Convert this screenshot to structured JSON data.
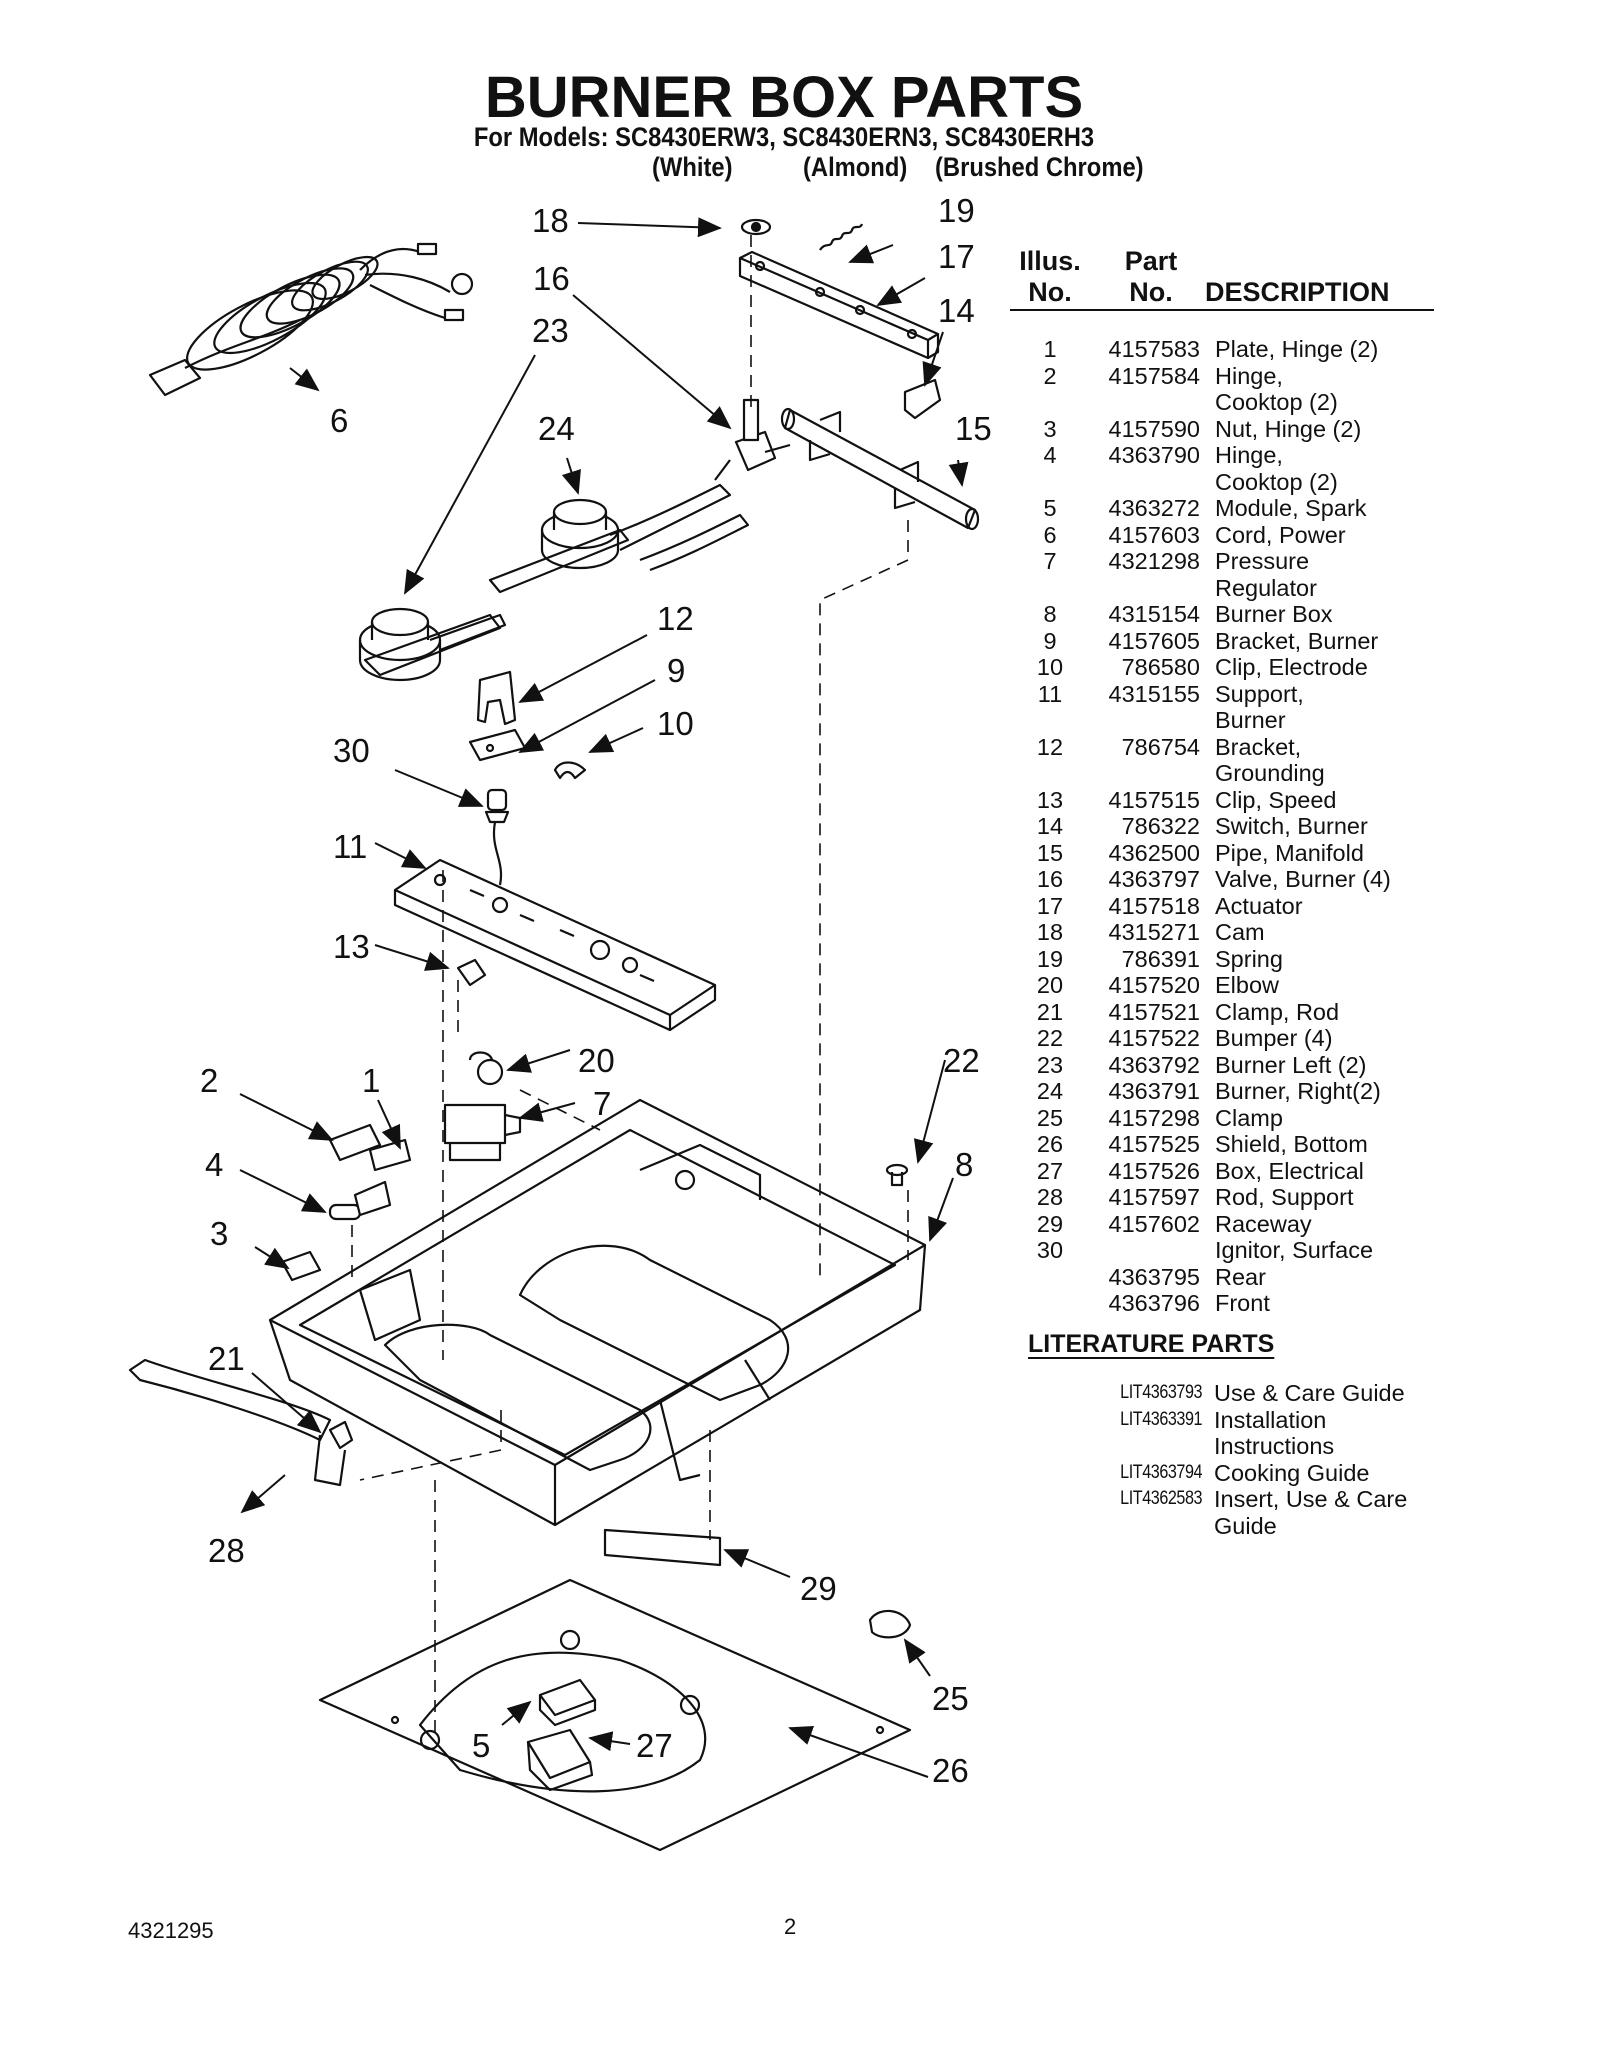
{
  "header": {
    "title": "BURNER BOX PARTS",
    "models": "For Models: SC8430ERW3, SC8430ERN3, SC8430ERH3",
    "color_white": "(White)",
    "color_almond": "(Almond)",
    "color_chrome": "(Brushed Chrome)"
  },
  "diagram": {
    "callouts": [
      "1",
      "2",
      "3",
      "4",
      "5",
      "6",
      "7",
      "8",
      "9",
      "10",
      "11",
      "12",
      "13",
      "14",
      "15",
      "16",
      "17",
      "18",
      "19",
      "20",
      "21",
      "22",
      "23",
      "24",
      "25",
      "26",
      "27",
      "28",
      "29",
      "30"
    ]
  },
  "parts_table": {
    "head_illus_1": "Illus.",
    "head_illus_2": "No.",
    "head_part_1": "Part",
    "head_part_2": "No.",
    "head_desc": "DESCRIPTION",
    "rows": [
      {
        "illus": "1",
        "part": "4157583",
        "desc": "Plate, Hinge (2)"
      },
      {
        "illus": "2",
        "part": "4157584",
        "desc": "Hinge,"
      },
      {
        "illus": "",
        "part": "",
        "desc": "Cooktop (2)"
      },
      {
        "illus": "3",
        "part": "4157590",
        "desc": "Nut, Hinge (2)"
      },
      {
        "illus": "4",
        "part": "4363790",
        "desc": "Hinge,"
      },
      {
        "illus": "",
        "part": "",
        "desc": "Cooktop (2)"
      },
      {
        "illus": "5",
        "part": "4363272",
        "desc": "Module, Spark"
      },
      {
        "illus": "6",
        "part": "4157603",
        "desc": "Cord, Power"
      },
      {
        "illus": "7",
        "part": "4321298",
        "desc": "Pressure"
      },
      {
        "illus": "",
        "part": "",
        "desc": "Regulator"
      },
      {
        "illus": "8",
        "part": "4315154",
        "desc": "Burner Box"
      },
      {
        "illus": "9",
        "part": "4157605",
        "desc": "Bracket, Burner"
      },
      {
        "illus": "10",
        "part": "786580",
        "desc": "Clip, Electrode"
      },
      {
        "illus": "11",
        "part": "4315155",
        "desc": "Support,"
      },
      {
        "illus": "",
        "part": "",
        "desc": "Burner"
      },
      {
        "illus": "12",
        "part": "786754",
        "desc": "Bracket,"
      },
      {
        "illus": "",
        "part": "",
        "desc": "Grounding"
      },
      {
        "illus": "13",
        "part": "4157515",
        "desc": "Clip, Speed"
      },
      {
        "illus": "14",
        "part": "786322",
        "desc": "Switch, Burner"
      },
      {
        "illus": "15",
        "part": "4362500",
        "desc": "Pipe, Manifold"
      },
      {
        "illus": "16",
        "part": "4363797",
        "desc": "Valve, Burner (4)"
      },
      {
        "illus": "17",
        "part": "4157518",
        "desc": "Actuator"
      },
      {
        "illus": "18",
        "part": "4315271",
        "desc": "Cam"
      },
      {
        "illus": "19",
        "part": "786391",
        "desc": "Spring"
      },
      {
        "illus": "20",
        "part": "4157520",
        "desc": "Elbow"
      },
      {
        "illus": "21",
        "part": "4157521",
        "desc": "Clamp, Rod"
      },
      {
        "illus": "22",
        "part": "4157522",
        "desc": "Bumper (4)"
      },
      {
        "illus": "23",
        "part": "4363792",
        "desc": "Burner  Left (2)"
      },
      {
        "illus": "24",
        "part": "4363791",
        "desc": "Burner, Right(2)"
      },
      {
        "illus": "25",
        "part": "4157298",
        "desc": "Clamp"
      },
      {
        "illus": "26",
        "part": "4157525",
        "desc": "Shield, Bottom"
      },
      {
        "illus": "27",
        "part": "4157526",
        "desc": "Box, Electrical"
      },
      {
        "illus": "28",
        "part": "4157597",
        "desc": "Rod, Support"
      },
      {
        "illus": "29",
        "part": "4157602",
        "desc": "Raceway"
      },
      {
        "illus": "30",
        "part": "",
        "desc": "Ignitor, Surface"
      },
      {
        "illus": "",
        "part": "4363795",
        "desc": "Rear"
      },
      {
        "illus": "",
        "part": "4363796",
        "desc": "Front"
      }
    ]
  },
  "literature": {
    "title": "LITERATURE PARTS",
    "rows": [
      {
        "part": "LIT4363793",
        "desc": "Use & Care Guide"
      },
      {
        "part": "LIT4363391",
        "desc": "Installation"
      },
      {
        "part": "",
        "desc": "Instructions"
      },
      {
        "part": "LIT4363794",
        "desc": "Cooking Guide"
      },
      {
        "part": "LIT4362583",
        "desc": "Insert, Use & Care"
      },
      {
        "part": "",
        "desc": "Guide"
      }
    ]
  },
  "footer": {
    "doc_number": "4321295",
    "page_number": "2"
  }
}
